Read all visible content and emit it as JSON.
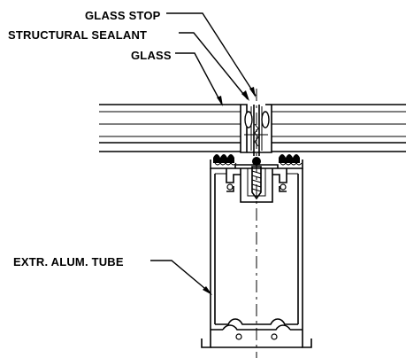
{
  "callouts": {
    "glass_stop": "GLASS STOP",
    "structural_sealant": "STRUCTURAL SEALANT",
    "glass": "GLASS",
    "extr_alum_tube": "EXTR. ALUM. TUBE"
  },
  "colors": {
    "line": "#000000",
    "background": "#ffffff"
  }
}
